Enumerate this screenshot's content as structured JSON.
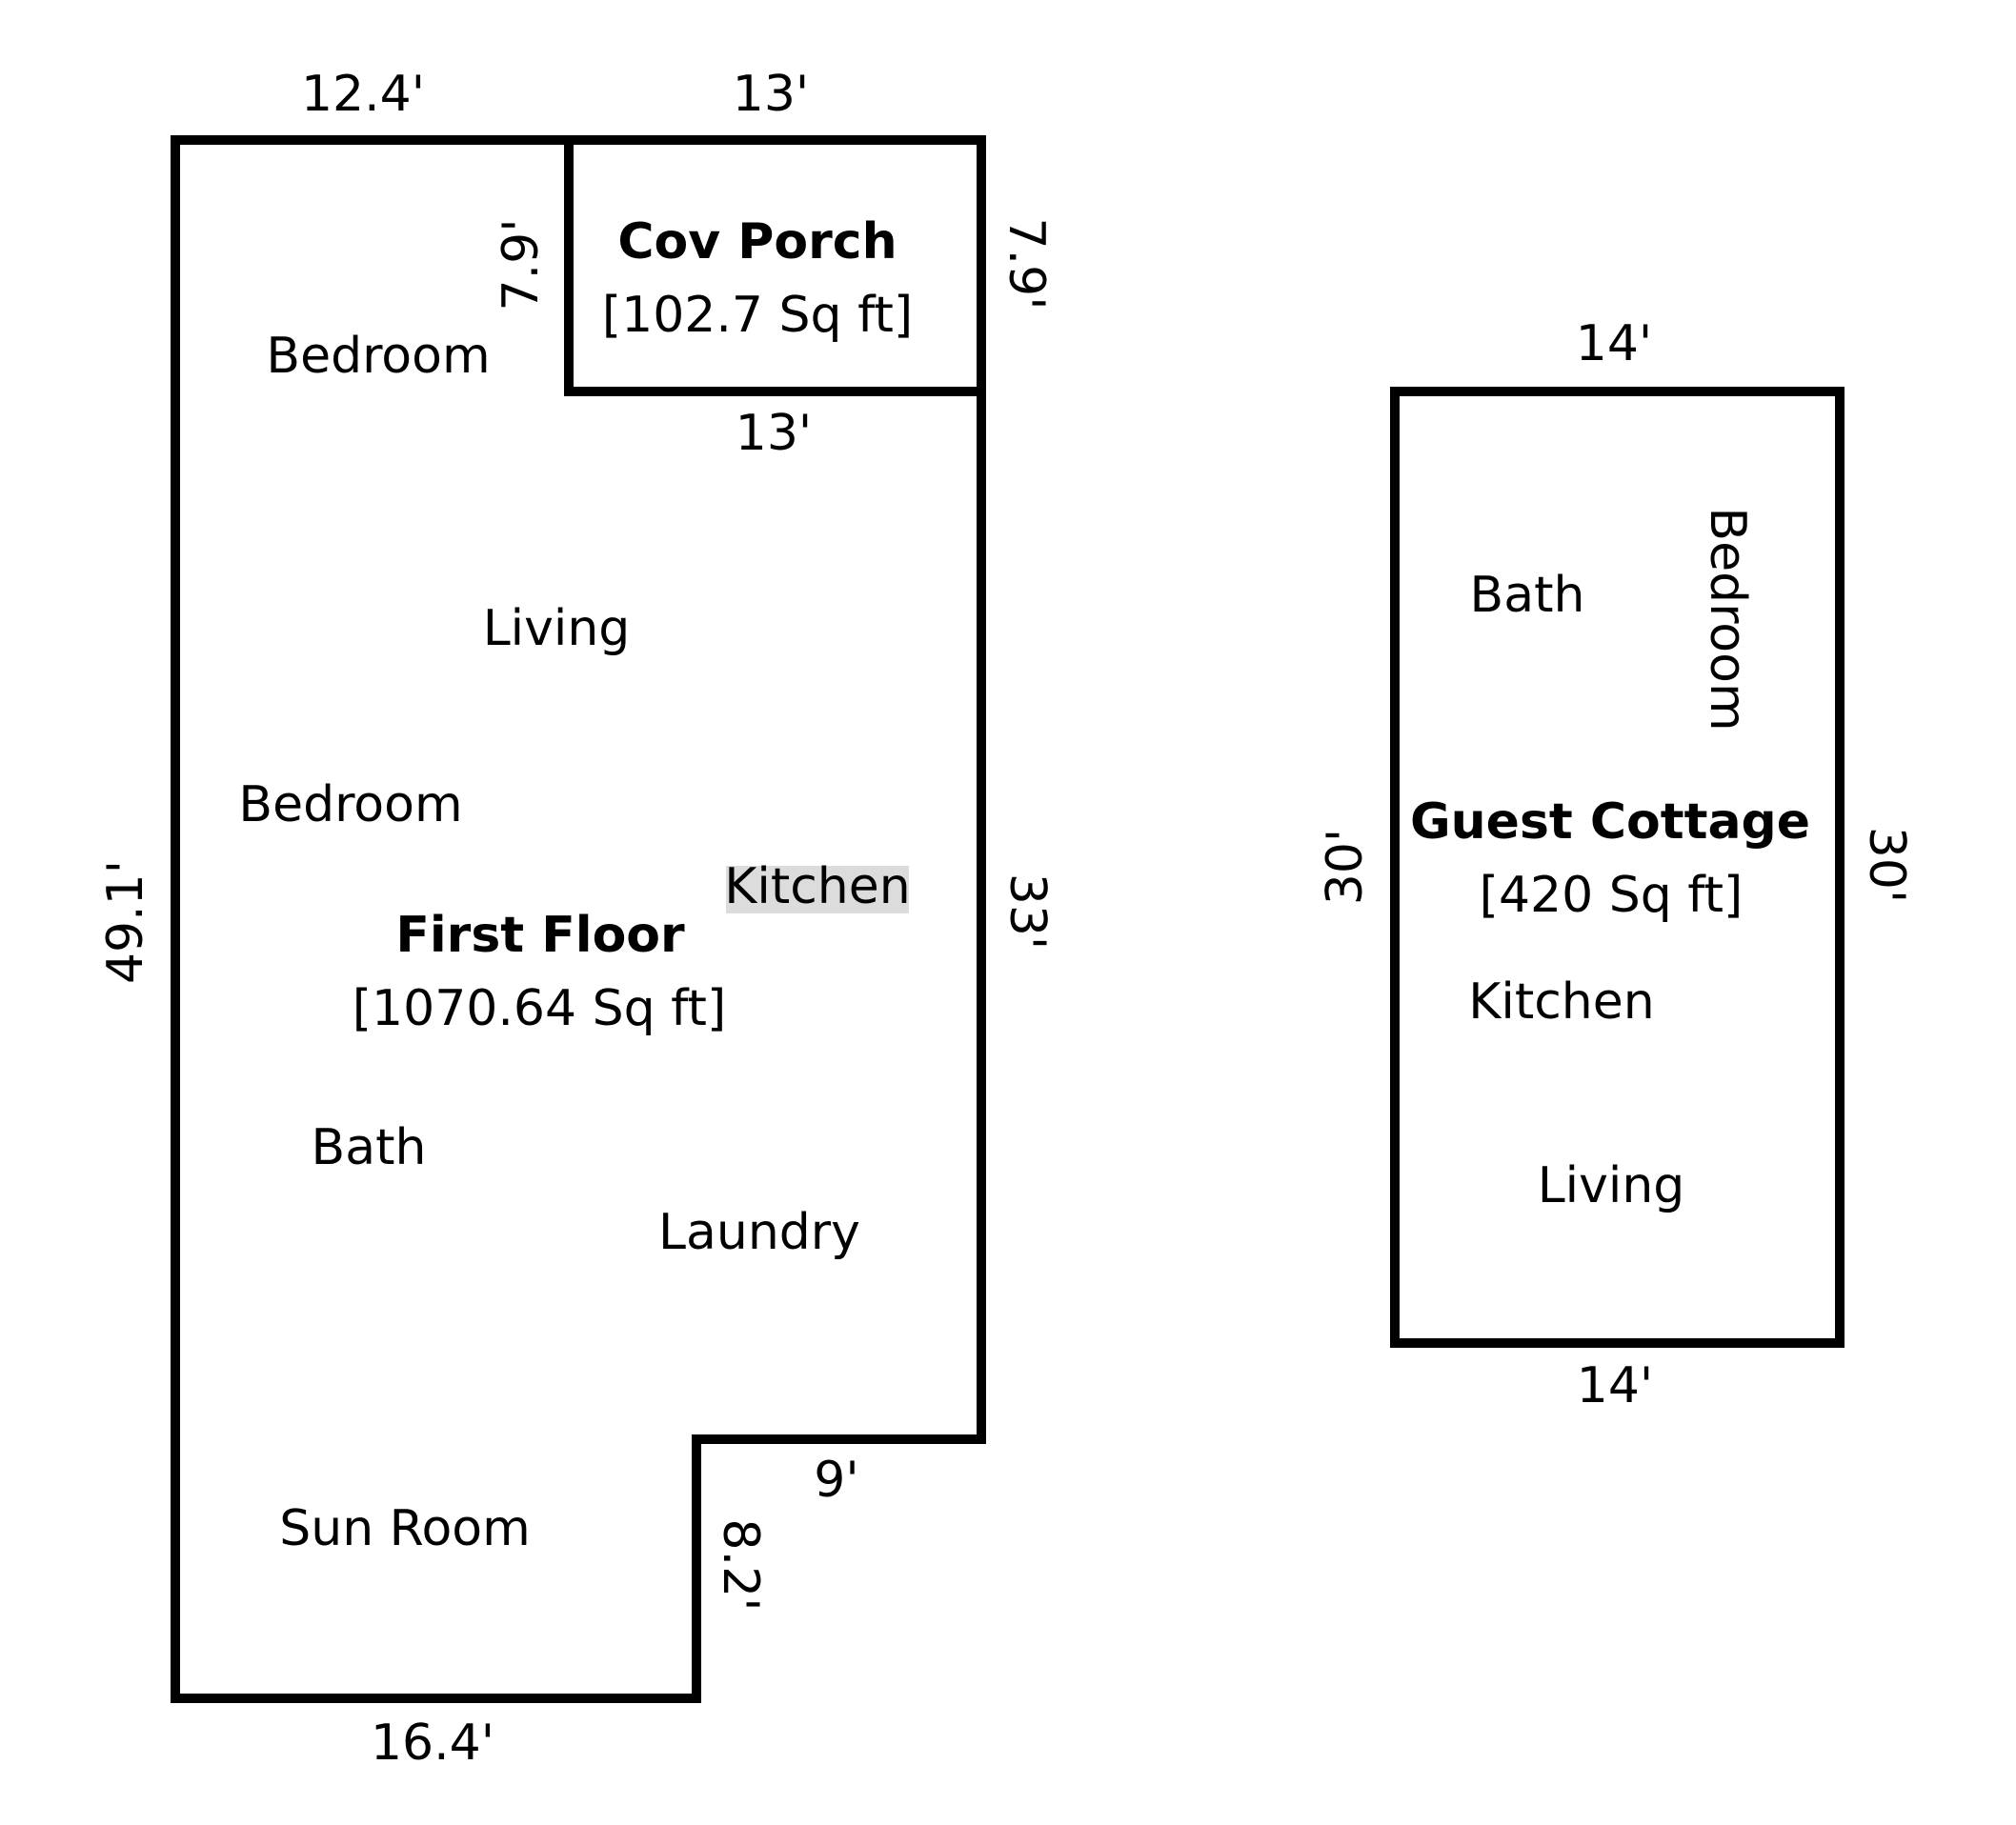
{
  "colors": {
    "wall": "#000000",
    "background": "#ffffff",
    "highlight": "#dcdcdc"
  },
  "first_floor": {
    "title": "First Floor",
    "area": "[1070.64 Sq ft]",
    "rooms": {
      "bedroom_top": "Bedroom",
      "living": "Living",
      "bedroom_mid": "Bedroom",
      "kitchen": "Kitchen",
      "bath": "Bath",
      "laundry": "Laundry",
      "sun_room": "Sun Room"
    },
    "dimensions": {
      "top_left": "12.4'",
      "left": "49.1'",
      "right": "33'",
      "notch_top": "9'",
      "notch_side": "8.2'",
      "bottom": "16.4'"
    }
  },
  "porch": {
    "title": "Cov Porch",
    "area": "[102.7 Sq ft]",
    "dimensions": {
      "top": "13'",
      "bottom": "13'",
      "left": "7.9'",
      "right": "7.9'"
    }
  },
  "guest_cottage": {
    "title": "Guest Cottage",
    "area": "[420 Sq ft]",
    "rooms": {
      "bath": "Bath",
      "bedroom": "Bedroom",
      "kitchen": "Kitchen",
      "living": "Living"
    },
    "dimensions": {
      "top": "14'",
      "bottom": "14'",
      "left": "30'",
      "right": "30'"
    }
  }
}
